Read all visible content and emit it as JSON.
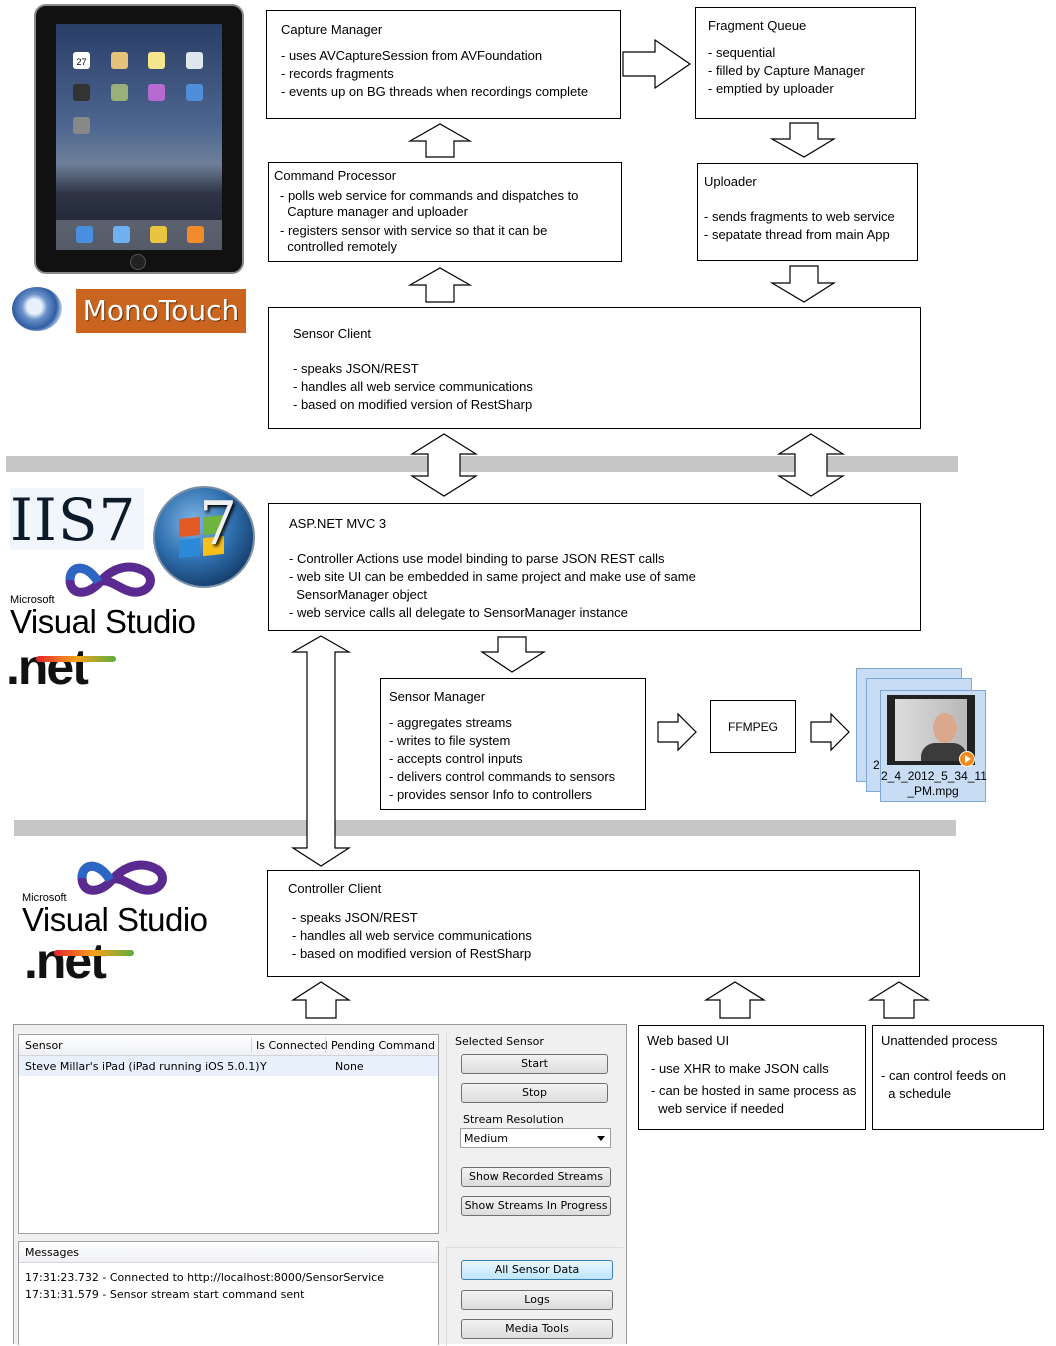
{
  "capture_manager": {
    "title": "Capture Manager",
    "items": [
      "- uses AVCaptureSession from AVFoundation",
      "- records fragments",
      "- events up on BG threads when recordings complete"
    ]
  },
  "fragment_queue": {
    "title": "Fragment Queue",
    "items": [
      "- sequential",
      "- filled by Capture Manager",
      "- emptied by uploader"
    ]
  },
  "command_processor": {
    "title": "Command Processor",
    "items": [
      "- polls web service for commands and dispatches to",
      "  Capture manager and uploader",
      "- registers sensor with service so that it can be",
      "  controlled remotely"
    ]
  },
  "uploader": {
    "title": "Uploader",
    "items": [
      "- sends fragments to web service",
      "- sepatate thread from main App"
    ]
  },
  "sensor_client": {
    "title": "Sensor Client",
    "items": [
      "- speaks JSON/REST",
      "- handles all web service communications",
      "- based on modified version of RestSharp"
    ]
  },
  "aspnet": {
    "title": "ASP.NET MVC 3",
    "items": [
      "- Controller Actions use model binding to parse JSON REST calls",
      "- web site UI can be embedded in same project and make use of same",
      "  SensorManager object",
      "- web service calls all delegate to SensorManager instance"
    ]
  },
  "sensor_manager": {
    "title": "Sensor Manager",
    "items": [
      "- aggregates streams",
      "- writes to file system",
      "- accepts control inputs",
      "- delivers control commands to sensors",
      "- provides sensor Info to controllers"
    ]
  },
  "ffmpeg": {
    "label": "FFMPEG"
  },
  "video_file": {
    "name_line1": "2_4_2012_5_34_11",
    "name_line2": "_PM.mpg",
    "behind_label": "2"
  },
  "controller_client": {
    "title": "Controller Client",
    "items": [
      "- speaks JSON/REST",
      "- handles all web service communications",
      "- based on modified version of RestSharp"
    ]
  },
  "web_ui": {
    "title": "Web based UI",
    "items": [
      "- use XHR to make JSON calls",
      "- can be hosted in same process as",
      "  web service if needed"
    ]
  },
  "unattended": {
    "title": "Unattended process",
    "items": [
      "- can control feeds on",
      "  a schedule"
    ]
  },
  "logos": {
    "monotouch": "MonoTouch",
    "iis": "IIS7",
    "win7": "7",
    "ms_small": "Microsoft",
    "vs": "Visual Studio",
    "net": ".net",
    "ipad_date": "27"
  },
  "app": {
    "table": {
      "headers": [
        "Sensor",
        "Is Connected",
        "Pending Command"
      ],
      "rows": [
        [
          "Steve Millar's iPad (iPad running iOS 5.0.1)",
          "Y",
          "None"
        ]
      ]
    },
    "selected_sensor_label": "Selected Sensor",
    "start_label": "Start",
    "stop_label": "Stop",
    "stream_resolution_label": "Stream Resolution",
    "resolution_value": "Medium",
    "show_recorded_label": "Show Recorded Streams",
    "show_in_progress_label": "Show Streams In Progress",
    "messages_header": "Messages",
    "messages": [
      "17:31:23.732 - Connected to http://localhost:8000/SensorService",
      "17:31:31.579 - Sensor stream start command sent"
    ],
    "all_sensor_label": "All Sensor Data",
    "logs_label": "Logs",
    "media_tools_label": "Media Tools"
  }
}
